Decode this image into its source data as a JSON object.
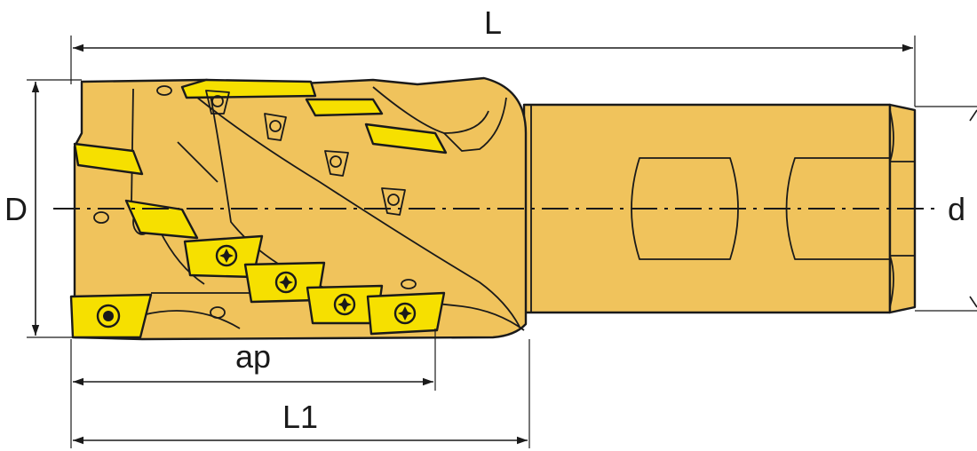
{
  "labels": {
    "L": "L",
    "L1": "L1",
    "ap": "ap",
    "D": "D",
    "d": "d"
  },
  "colors": {
    "body": "#f0c35c",
    "insert": "#f6e000",
    "outline": "#1a1a1a",
    "background": "#ffffff"
  },
  "icons": {
    "screw": "torx-screw-icon"
  }
}
